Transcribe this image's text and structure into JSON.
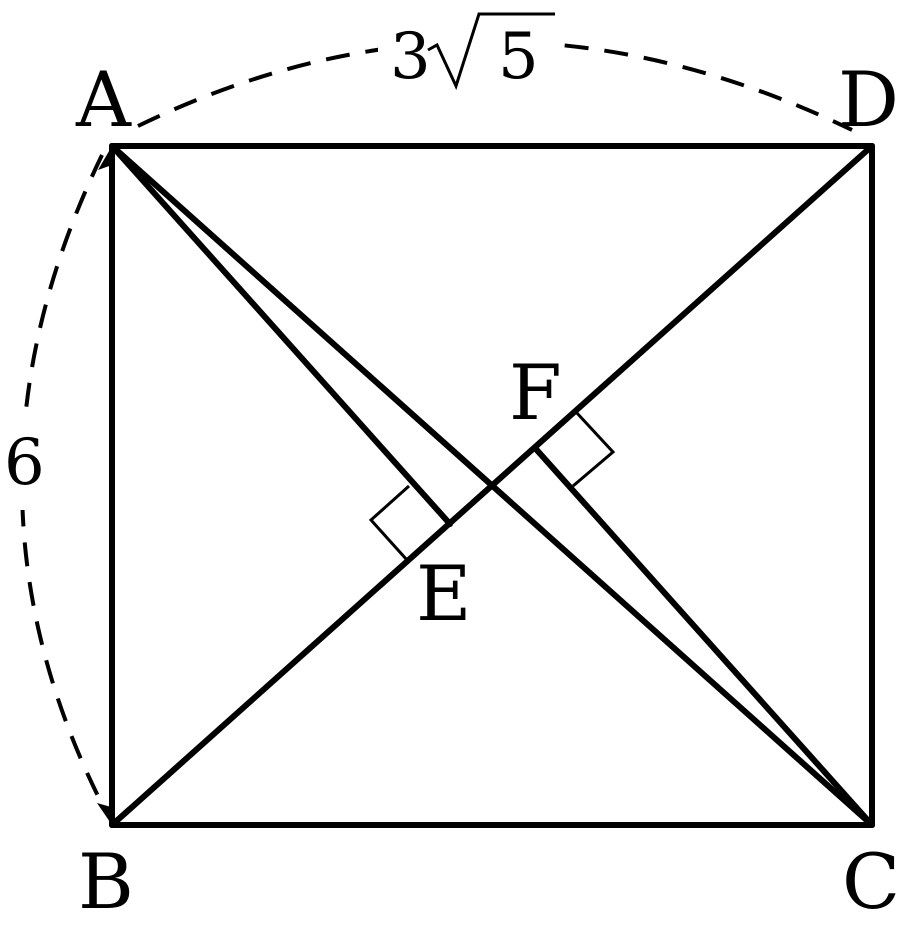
{
  "points": {
    "A": "A",
    "B": "B",
    "C": "C",
    "D": "D",
    "E": "E",
    "F": "F"
  },
  "dimensions": {
    "AB_coefficient": "6",
    "AD_coefficient": "3",
    "AD_radicand": "5"
  }
}
